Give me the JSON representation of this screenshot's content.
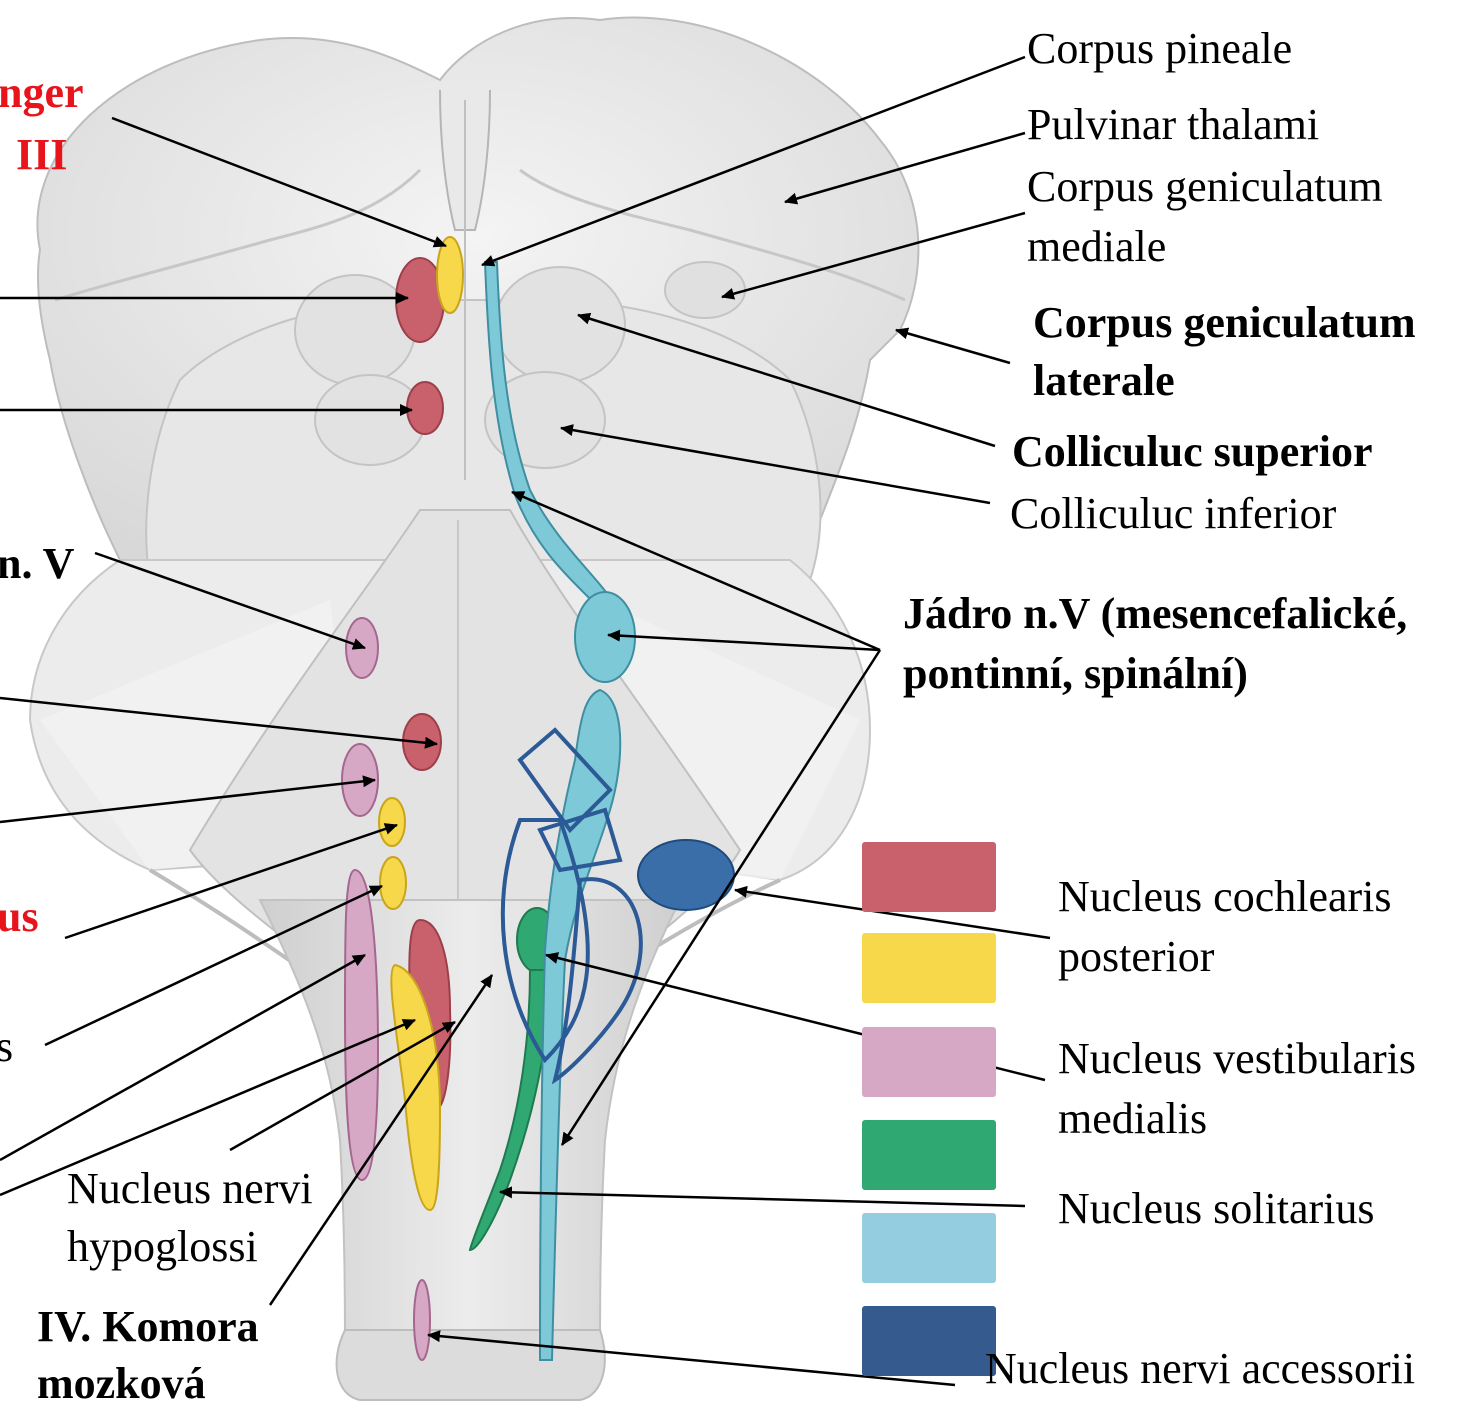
{
  "labels": {
    "corpus_pineale": "Corpus pineale",
    "pulvinar_thalami": "Pulvinar thalami",
    "corpus_geniculatum_mediale_1": "Corpus geniculatum",
    "corpus_geniculatum_mediale_2": "mediale",
    "corpus_geniculatum_laterale_1": "Corpus geniculatum",
    "corpus_geniculatum_laterale_2": "laterale",
    "colliculuc_superior": "Colliculuc superior",
    "colliculuc_inferior": "Colliculuc inferior",
    "jadro_n_v_1": "Jádro n.V (mesencefalické,",
    "jadro_n_v_2": "pontinní, spinální)",
    "nucleus_cochlearis_1": "Nucleus cochlearis",
    "nucleus_cochlearis_2": "posterior",
    "nucleus_vestibularis_1": "Nucleus vestibularis",
    "nucleus_vestibularis_2": "medialis",
    "nucleus_solitarius": "Nucleus solitarius",
    "nucleus_nervi_accessorii": "Nucleus nervi accessorii",
    "edinger_1": "nger",
    "edinger_2": "III",
    "n_v": "n. V",
    "us_red": "us",
    "s_small": "s",
    "nucleus_nervi_hypoglossi_1": "Nucleus nervi",
    "nucleus_nervi_hypoglossi_2": "hypoglossi",
    "iv_komora_1": "IV. Komora",
    "iv_komora_2": "mozková"
  },
  "legend": [
    "#c9616d",
    "#f6d84a",
    "#d7a8c6",
    "#30a872",
    "#94cde0",
    "#345a8e"
  ]
}
